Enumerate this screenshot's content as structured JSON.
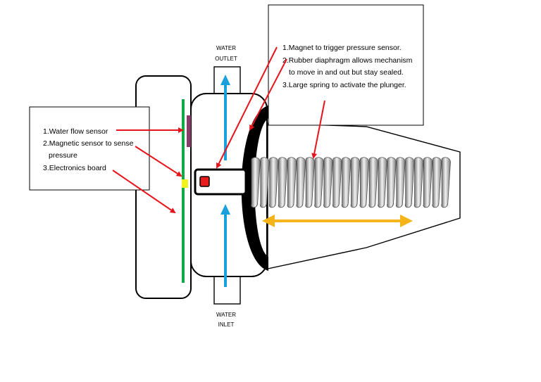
{
  "labels": {
    "water_outlet": [
      "WATER",
      "OUTLET"
    ],
    "water_inlet": [
      "WATER",
      "INLET"
    ]
  },
  "left_callout": {
    "items": [
      "1.Water flow sensor",
      "2.Magnetic sensor to sense",
      "pressure",
      "3.Electronics board"
    ]
  },
  "right_callout": {
    "items": [
      "1.Magnet to trigger pressure sensor.",
      "2.Rubber diaphragm allows mechanism",
      "to move in and out but stay sealed.",
      "3.Large spring to activate the plunger."
    ]
  },
  "colors": {
    "arrow_red": "#e8141c",
    "flow_blue": "#1aa0dc",
    "travel_yellow": "#f5b419",
    "board_green": "#12a84a",
    "flow_sensor_purple": "#8a3a6a",
    "magnetic_sensor_yellow": "#f2f21e",
    "magnet_red": "#e81c1c"
  }
}
